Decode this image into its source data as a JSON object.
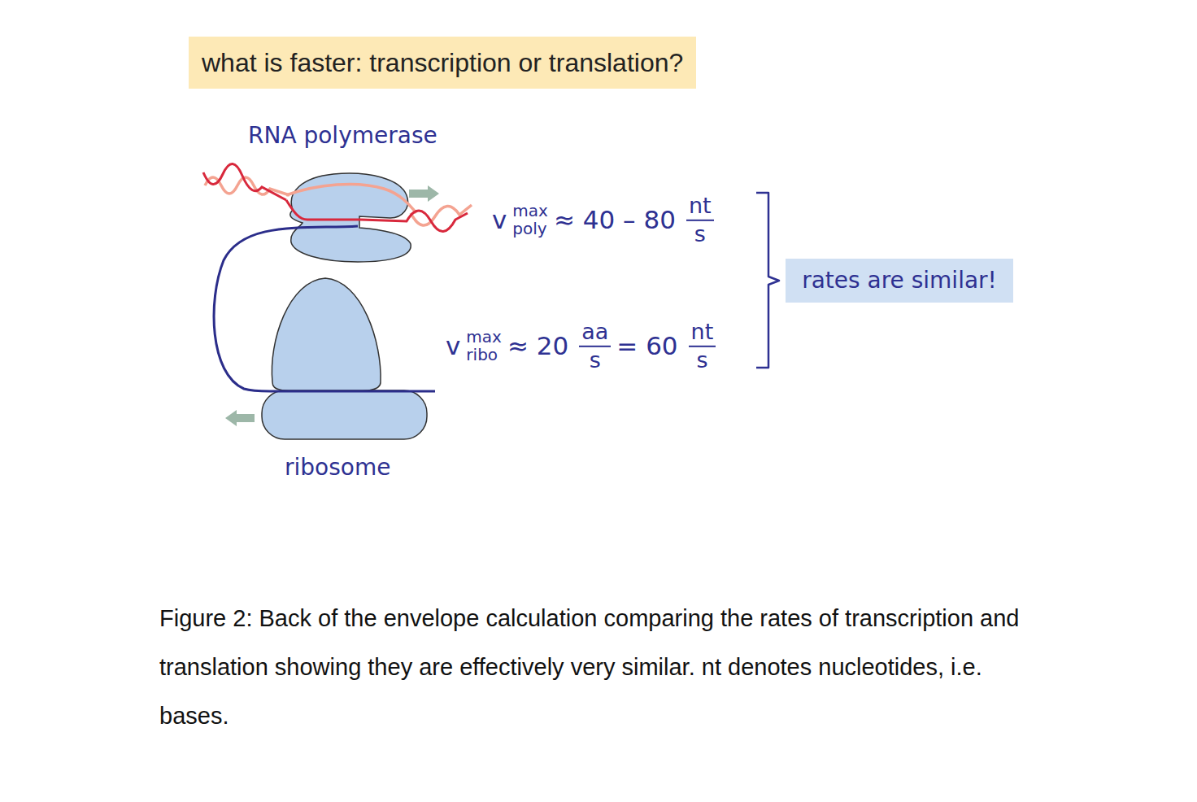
{
  "diagram": {
    "title": "what is faster: transcription or translation?",
    "caption": "Figure 2: Back of the envelope calculation comparing the rates of transcription and translation showing they are effectively very similar. nt denotes nucleotides, i.e. bases.",
    "nodes": [
      {
        "text": [
          "rates are similar!"
        ]
      }
    ],
    "labels": [
      "RNA polymerase",
      "ribosome",
      "v",
      "max",
      "poly",
      "≈ 40 – 80",
      "nt",
      "s",
      "v",
      "max",
      "ribo",
      "≈ 20",
      "aa",
      "s",
      "= 60",
      "nt",
      "s"
    ]
  }
}
